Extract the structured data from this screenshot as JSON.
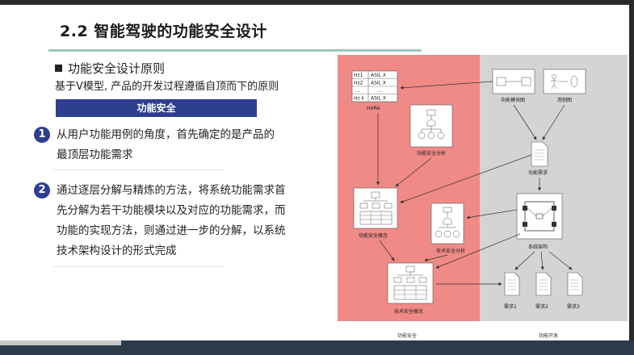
{
  "slide": {
    "title": "2.2 智能驾驶的功能安全设计",
    "principle_heading": "功能安全设计原则",
    "subtitle": "基于V模型, 产品的开发过程遵循自顶而下的原则",
    "banner": "功能安全",
    "points": [
      {
        "number": "1",
        "lines": [
          "从用户功能用例的角度，首先确定的是产品的",
          "最顶层功能需求"
        ]
      },
      {
        "number": "2",
        "lines": [
          "通过逐层分解与精炼的方法，将系统功能需求首",
          "先分解为若干功能模块以及对应的功能需求，而",
          "功能的实现方法，则通过进一步的分解，以系统",
          "技术架构设计的形式完成"
        ]
      }
    ]
  },
  "diagram": {
    "hara_rows": [
      [
        "Hz1",
        "ASIL X"
      ],
      [
        "Hz2",
        "ASIL X"
      ],
      [
        "...",
        "..."
      ],
      [
        "Hz k",
        "ASIL X"
      ]
    ],
    "labels": {
      "hara": "HARA",
      "func_module_diagram": "功能模块图",
      "use_case_diagram": "用例图",
      "fsa": "功能安全分析",
      "func_requirement": "功能需求",
      "fsc": "功能安全概念",
      "tsa": "技术安全分析",
      "sys_arch": "系统架构",
      "tsc": "技术安全概念",
      "req1": "需求1",
      "req2": "需求2",
      "req3": "需求3"
    },
    "footer_left": "功能安全",
    "footer_right": "功能开发",
    "colors": {
      "left_panel": "#f08a86",
      "right_panel": "#d4d4d4",
      "accent": "#2e3f8f"
    }
  }
}
